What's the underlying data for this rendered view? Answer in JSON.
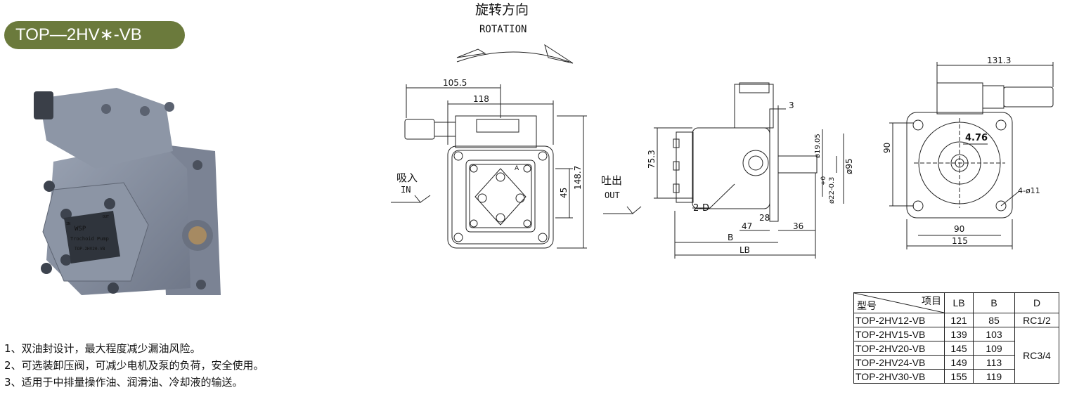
{
  "badge": {
    "title": "TOP—2HV∗-VB"
  },
  "features": [
    "1、双油封设计，最大程度减少漏油风险。",
    "2、可选装卸压阀，可减少电机及泵的负荷，安全使用。",
    "3、适用于中排量操作油、润滑油、冷却液的输送。"
  ],
  "photo": {
    "brand": "WSP",
    "product": "Trochoid Pump",
    "label_in": "IN",
    "label_out": "OUT",
    "model": "TOP-2HV20-VB"
  },
  "drawing": {
    "rotation_cn": "旋转方向",
    "rotation_en": "ROTATION",
    "in_cn": "吸入",
    "in_en": "IN",
    "out_cn": "吐出",
    "out_en": "OUT",
    "front": {
      "d_105_5": "105.5",
      "d_118": "118",
      "d_148_7": "148.7",
      "d_45": "45",
      "mark_a": "A"
    },
    "side": {
      "d_75_3": "75.3",
      "d_3": "3",
      "d_19_05": "ø19.05",
      "d_95": "ø95",
      "d_22": "ø22-0.3",
      "d_tol": "+0",
      "d_2d": "2-D",
      "d_47": "47",
      "d_28": "28",
      "d_36": "36",
      "d_b": "B",
      "d_lb": "LB"
    },
    "flange": {
      "d_131_3": "131.3",
      "d_4_76": "4.76",
      "d_90v": "90",
      "d_4holes": "4-ø11",
      "d_90h": "90",
      "d_115": "115"
    }
  },
  "spec_table": {
    "header_item": "项目",
    "header_model": "型号",
    "columns": [
      "LB",
      "B",
      "D"
    ],
    "rows": [
      {
        "model": "TOP-2HV12-VB",
        "lb": "121",
        "b": "85",
        "d": "RC1/2"
      },
      {
        "model": "TOP-2HV15-VB",
        "lb": "139",
        "b": "103",
        "d": "RC3/4"
      },
      {
        "model": "TOP-2HV20-VB",
        "lb": "145",
        "b": "109"
      },
      {
        "model": "TOP-2HV24-VB",
        "lb": "149",
        "b": "113"
      },
      {
        "model": "TOP-2HV30-VB",
        "lb": "155",
        "b": "119"
      }
    ]
  }
}
